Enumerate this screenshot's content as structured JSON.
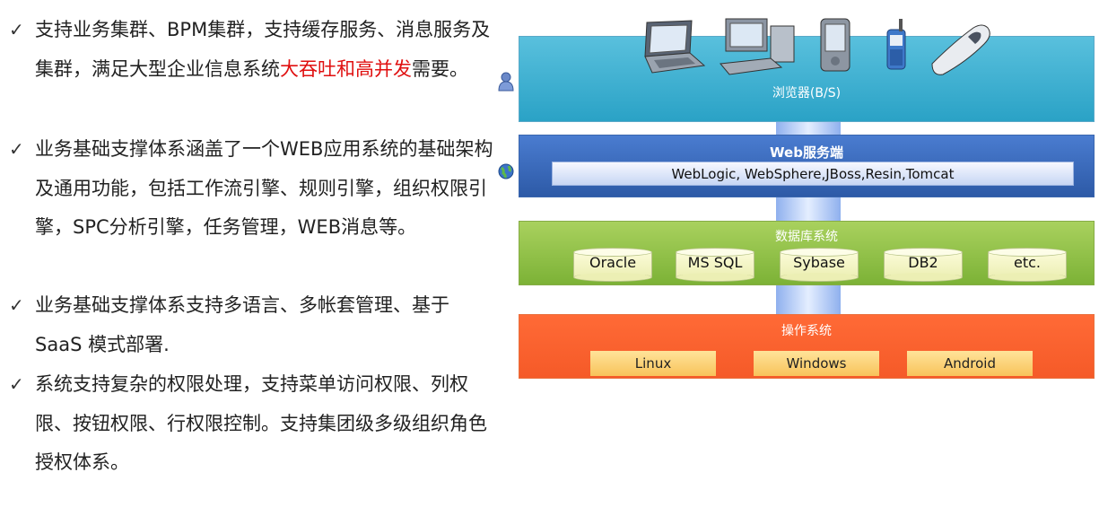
{
  "bullets": [
    {
      "before": "支持业务集群、BPM集群，支持缓存服务、消息服务及集群，满足大型企业信息系统",
      "highlight": "大吞吐和高并发",
      "after": "需要。"
    },
    {
      "before": "业务基础支撑体系涵盖了一个WEB应用系统的基础架构及通用功能，包括工作流引擎、规则引擎，组织权限引擎，SPC分析引擎，任务管理，WEB消息等。",
      "highlight": "",
      "after": ""
    },
    {
      "before": "业务基础支撑体系支持多语言、多帐套管理、基于SaaS 模式部署.",
      "highlight": "",
      "after": ""
    },
    {
      "before": "系统支持复杂的权限处理，支持菜单访问权限、列权 限、按钮权限、行权限控制。支持集团级多级组织角色授权体系。",
      "highlight": "",
      "after": ""
    }
  ],
  "check_mark": "✓",
  "highlight_color": "#e01010",
  "layers": {
    "browser": {
      "title": "浏览器(B/S)",
      "color": "#2aa2c6",
      "devices": [
        "laptop-icon",
        "desktop-icon",
        "pda-icon",
        "mobile-phone-icon",
        "handheld-scanner-icon"
      ]
    },
    "web": {
      "title": "Web服务端",
      "servers": "WebLogic, WebSphere,JBoss,Resin,Tomcat",
      "color": "#2d5aa7"
    },
    "database": {
      "title": "数据库系统",
      "items": [
        "Oracle",
        "MS SQL",
        "Sybase",
        "DB2",
        "etc."
      ],
      "color": "#7cb236"
    },
    "os": {
      "title": "操作系统",
      "items": [
        "Linux",
        "Windows",
        "Android"
      ],
      "color": "#f55a28"
    }
  },
  "side_icons": [
    "user-icon",
    "globe-icon"
  ]
}
